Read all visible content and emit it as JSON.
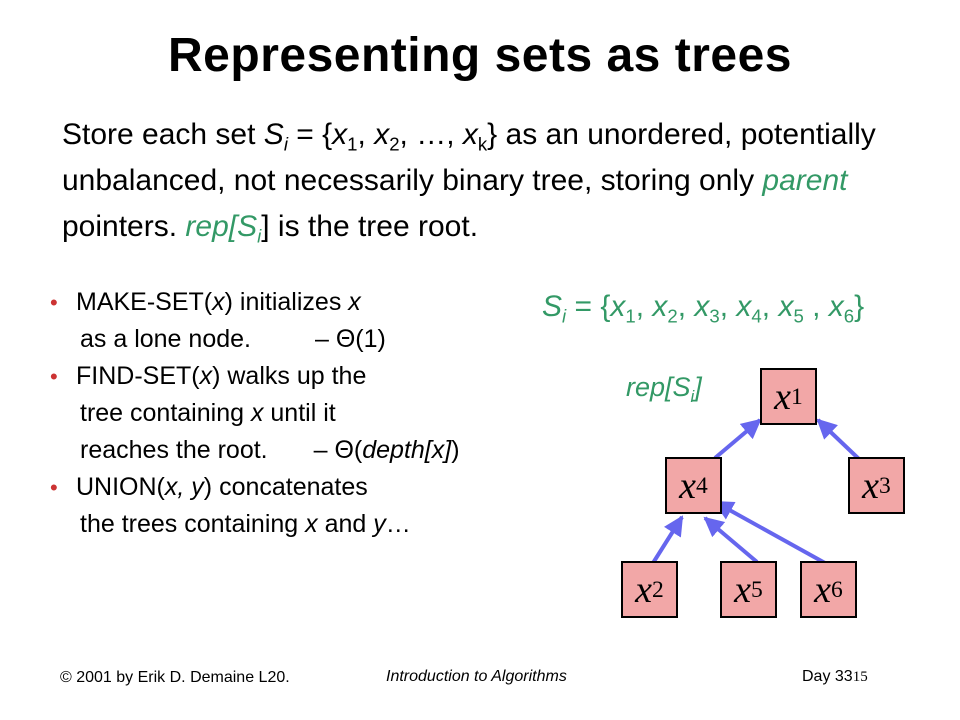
{
  "title": "Representing sets as trees",
  "intro": {
    "t1": "Store each set ",
    "S": "S",
    "i": "i",
    "t2": " = {",
    "x1": "x",
    "s1": "1",
    "t3": ", ",
    "x2": "x",
    "s2": "2",
    "t4": ", …, ",
    "xk": "x",
    "sk": "k",
    "t5": "} as an unordered, potentially unbalanced, not necessarily binary tree, storing only ",
    "parent": "parent",
    "t6": " pointers. ",
    "rep": "rep[S",
    "repsub": "i",
    "t7": "] is the tree root."
  },
  "bullets": {
    "b1": {
      "a": "MAKE-SET(",
      "x": "x",
      "b": ") initializes ",
      "x2": "x",
      "c": "as a lone node.",
      "cost": "– Θ(1)"
    },
    "b2": {
      "a": "FIND-SET(",
      "x": "x",
      "b": ") walks up the",
      "c1": "tree containing ",
      "x2": "x",
      "c2": " until it",
      "d": "reaches the root.",
      "cost1": "– Θ(",
      "depth": "depth[x]",
      "cost2": ")"
    },
    "b3": {
      "a": "UNION(",
      "x": "x, y",
      "b": ") concatenates",
      "c1": "the trees containing ",
      "x2": "x",
      "c2": " and ",
      "y": "y",
      "c3": "…"
    }
  },
  "set_def": {
    "S": "S",
    "i": "i",
    "eq": " = {",
    "items": [
      {
        "x": "x",
        "s": "1",
        "sep": ", "
      },
      {
        "x": "x",
        "s": "2",
        "sep": ", "
      },
      {
        "x": "x",
        "s": "3",
        "sep": ", "
      },
      {
        "x": "x",
        "s": "4",
        "sep": ", "
      },
      {
        "x": "x",
        "s": "5",
        "sep": " , "
      },
      {
        "x": "x",
        "s": "6",
        "sep": ""
      }
    ],
    "close": "}"
  },
  "rep_label": {
    "a": "rep[S",
    "sub": "i",
    "b": "]"
  },
  "nodes": {
    "x1": {
      "x": "x",
      "s": "1"
    },
    "x4": {
      "x": "x",
      "s": "4"
    },
    "x3": {
      "x": "x",
      "s": "3"
    },
    "x2": {
      "x": "x",
      "s": "2"
    },
    "x5": {
      "x": "x",
      "s": "5"
    },
    "x6": {
      "x": "x",
      "s": "6"
    }
  },
  "colors": {
    "accent_text": "#339966",
    "node_fill": "#f2a7a7",
    "edge": "#6666ee",
    "bullet": "#cc3333"
  },
  "footer": {
    "left": "© 2001 by Erik D. Demaine L20.",
    "center": "Introduction to Algorithms",
    "right": "Day 33",
    "page": "15"
  }
}
